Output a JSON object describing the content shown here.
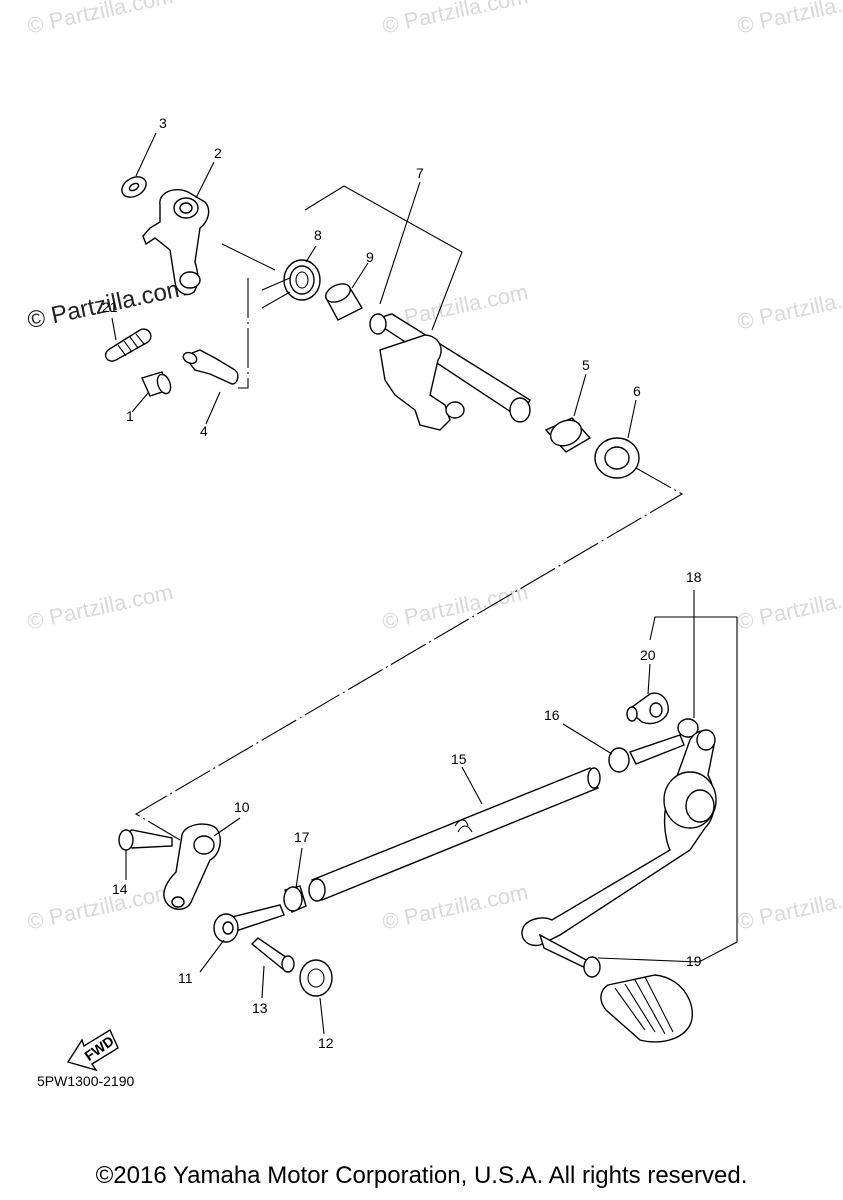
{
  "watermarks": {
    "text": "© Partzilla.com",
    "dark_text": "© Partzilla.com"
  },
  "callouts": [
    "1",
    "2",
    "3",
    "4",
    "5",
    "6",
    "7",
    "8",
    "9",
    "10",
    "11",
    "12",
    "13",
    "14",
    "15",
    "16",
    "17",
    "18",
    "19",
    "20",
    "21"
  ],
  "fwd_label": "FWD",
  "diagram_code": "5PW1300-2190",
  "copyright": "©2016 Yamaha Motor Corporation, U.S.A. All rights reserved.",
  "colors": {
    "line": "#000000",
    "watermark": "#d9d9d9",
    "background": "#ffffff"
  }
}
